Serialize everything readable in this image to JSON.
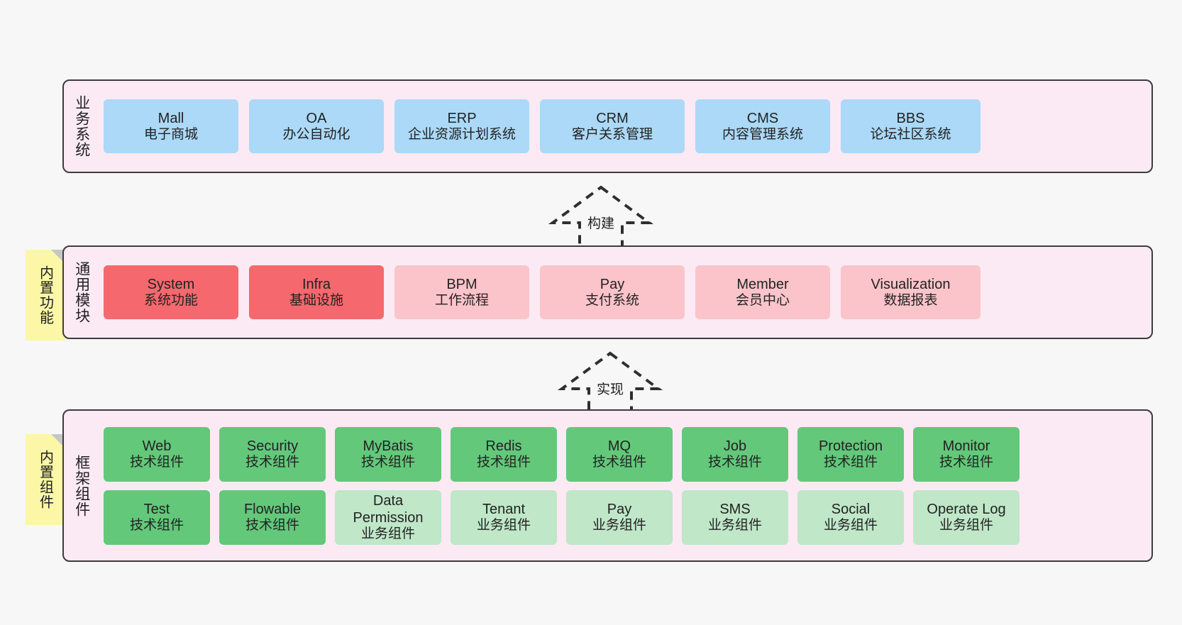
{
  "diagram": {
    "background_color": "#f7f7f7",
    "band_color": "#fbeaf4",
    "band_border_color": "#3c3c3c",
    "note_color": "#fbf7a6"
  },
  "layers": [
    {
      "id": "business-systems",
      "title": "业务系统",
      "note": null,
      "accent": "#abd9f7",
      "rows": [
        [
          {
            "en": "Mall",
            "cn": "电子商城",
            "style": "blue"
          },
          {
            "en": "OA",
            "cn": "办公自动化",
            "style": "blue"
          },
          {
            "en": "ERP",
            "cn": "企业资源计划系统",
            "style": "blue"
          },
          {
            "en": "CRM",
            "cn": "客户关系管理",
            "style": "blue"
          },
          {
            "en": "CMS",
            "cn": "内容管理系统",
            "style": "blue"
          },
          {
            "en": "BBS",
            "cn": "论坛社区系统",
            "style": "blue"
          }
        ]
      ]
    },
    {
      "id": "common-modules",
      "title": "通用模块",
      "note": "内置功能",
      "accent": "#f4686e",
      "rows": [
        [
          {
            "en": "System",
            "cn": "系统功能",
            "style": "red"
          },
          {
            "en": "Infra",
            "cn": "基础设施",
            "style": "red"
          },
          {
            "en": "BPM",
            "cn": "工作流程",
            "style": "pink"
          },
          {
            "en": "Pay",
            "cn": "支付系统",
            "style": "pink"
          },
          {
            "en": "Member",
            "cn": "会员中心",
            "style": "pink"
          },
          {
            "en": "Visualization",
            "cn": "数据报表",
            "style": "pink"
          }
        ]
      ]
    },
    {
      "id": "framework-components",
      "title": "框架组件",
      "note": "内置组件",
      "accent": "#63c87a",
      "rows": [
        [
          {
            "en": "Web",
            "cn": "技术组件",
            "style": "green"
          },
          {
            "en": "Security",
            "cn": "技术组件",
            "style": "green"
          },
          {
            "en": "MyBatis",
            "cn": "技术组件",
            "style": "green"
          },
          {
            "en": "Redis",
            "cn": "技术组件",
            "style": "green"
          },
          {
            "en": "MQ",
            "cn": "技术组件",
            "style": "green"
          },
          {
            "en": "Job",
            "cn": "技术组件",
            "style": "green"
          },
          {
            "en": "Protection",
            "cn": "技术组件",
            "style": "green"
          },
          {
            "en": "Monitor",
            "cn": "技术组件",
            "style": "green"
          }
        ],
        [
          {
            "en": "Test",
            "cn": "技术组件",
            "style": "green"
          },
          {
            "en": "Flowable",
            "cn": "技术组件",
            "style": "green"
          },
          {
            "en": "Data Permission",
            "cn": "业务组件",
            "style": "lgreen"
          },
          {
            "en": "Tenant",
            "cn": "业务组件",
            "style": "lgreen"
          },
          {
            "en": "Pay",
            "cn": "业务组件",
            "style": "lgreen"
          },
          {
            "en": "SMS",
            "cn": "业务组件",
            "style": "lgreen"
          },
          {
            "en": "Social",
            "cn": "业务组件",
            "style": "lgreen"
          },
          {
            "en": "Operate Log",
            "cn": "业务组件",
            "style": "lgreen"
          }
        ]
      ]
    }
  ],
  "connectors": [
    {
      "id": "build",
      "label": "构建",
      "direction": "up",
      "style": "dashed-hollow-arrow"
    },
    {
      "id": "implement",
      "label": "实现",
      "direction": "up",
      "style": "dashed-hollow-arrow"
    }
  ]
}
